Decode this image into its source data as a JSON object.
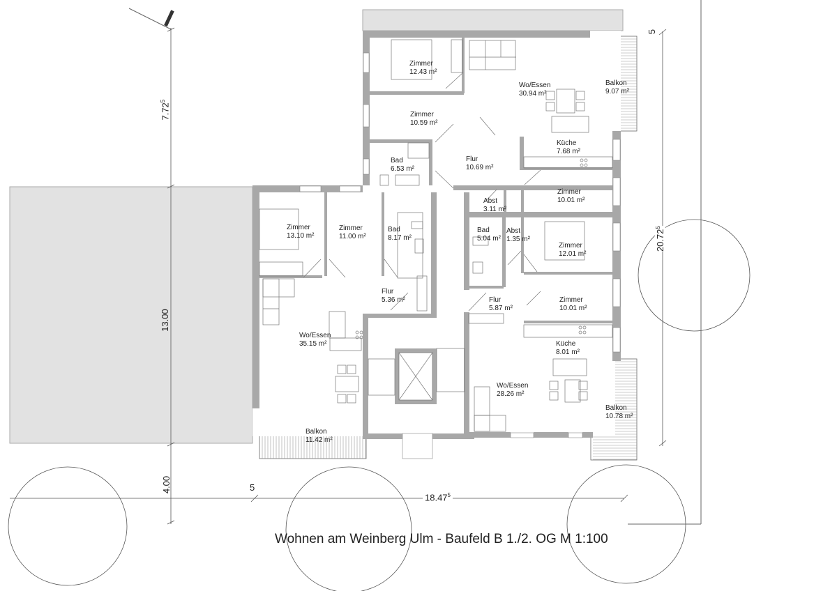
{
  "title": "Wohnen am Weinberg Ulm - Baufeld B 1./2. OG M 1:100",
  "dimensions": {
    "left_top": "7.72",
    "left_top_sup": "5",
    "left_middle": "13.00",
    "left_bottom": "4.00",
    "bottom_small": "5",
    "bottom_width": "18.47",
    "bottom_width_sup": "5",
    "right_height": "20.72",
    "right_height_sup": "5",
    "right_top_small": "5"
  },
  "rooms": [
    {
      "name": "Zimmer",
      "area": "12.43 m²"
    },
    {
      "name": "Wo/Essen",
      "area": "30.94 m²"
    },
    {
      "name": "Balkon",
      "area": "9.07 m²"
    },
    {
      "name": "Zimmer",
      "area": "10.59 m²"
    },
    {
      "name": "Küche",
      "area": "7.68 m²"
    },
    {
      "name": "Bad",
      "area": "6.53 m²"
    },
    {
      "name": "Flur",
      "area": "10.69 m²"
    },
    {
      "name": "Zimmer",
      "area": "10.01 m²"
    },
    {
      "name": "Abst",
      "area": "3.11 m²"
    },
    {
      "name": "Zimmer",
      "area": "13.10 m²"
    },
    {
      "name": "Zimmer",
      "area": "11.00 m²"
    },
    {
      "name": "Bad",
      "area": "8.17 m²"
    },
    {
      "name": "Bad",
      "area": "5.04 m²"
    },
    {
      "name": "Abst",
      "area": "1.35 m²"
    },
    {
      "name": "Zimmer",
      "area": "12.01 m²"
    },
    {
      "name": "Flur",
      "area": "5.36 m²"
    },
    {
      "name": "Flur",
      "area": "5.87 m²"
    },
    {
      "name": "Zimmer",
      "area": "10.01 m²"
    },
    {
      "name": "Wo/Essen",
      "area": "35.15 m²"
    },
    {
      "name": "Küche",
      "area": "8.01 m²"
    },
    {
      "name": "Wo/Essen",
      "area": "28.26 m²"
    },
    {
      "name": "Balkon",
      "area": "10.78 m²"
    },
    {
      "name": "Balkon",
      "area": "11.42 m²"
    }
  ],
  "colors": {
    "wall": "#a8a8a8",
    "neighbor": "#e2e2e2",
    "line": "#555555"
  }
}
